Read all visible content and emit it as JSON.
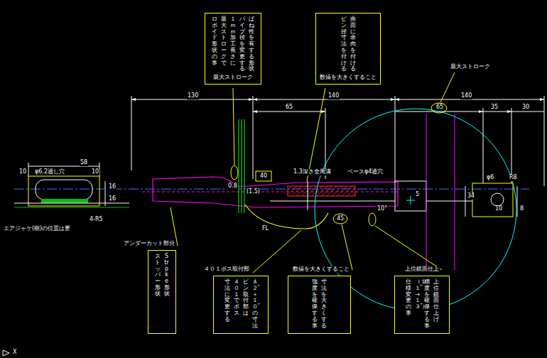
{
  "diagram": {
    "nodes": [
      {
        "text": [
          "ばね性を有する形状",
          "パイプ径を変更する",
          "１ｍｍ加工長さに",
          "最大ストロークで",
          "ロボイド形状の事",
          "最大ストローク"
        ]
      },
      {
        "text": [
          "曲面に余肉を付ける",
          "ピン径寸法を付ける",
          "数値を大きくすること"
        ]
      },
      {
        "text": [
          "アンダーカット部分",
          "Stroke形状",
          "ストッパー形状"
        ]
      },
      {
        "text": [
          "４０１ボス取付部",
          "Ａ２″＋１０″の寸法",
          "ピン取付部は",
          "４０１でボス",
          "寸法に変更する"
        ]
      },
      {
        "text": [
          "数値を大きくすること",
          "寸法を大きくする",
          "強度を確保する事"
        ]
      },
      {
        "text": [
          "上位鏡面仕上",
          "上位鏡面仕上げ",
          "精度を確保する事",
          "（１１″→１３″）",
          "仕様変更の事"
        ]
      }
    ],
    "labels": [
      "130",
      "140",
      "140",
      "65",
      "65",
      "35",
      "30",
      "最大ストローク",
      "58",
      "10",
      "φ6.2通し穴",
      "10",
      "16",
      "16",
      "4-R5",
      "エアジャケ(樹)の位置は要",
      "40",
      "1.3深さ全周溝",
      "ベースφ4通穴",
      "0.8",
      "(1.5)",
      "FL",
      "45",
      "10°",
      "φ6",
      "R8",
      "34",
      "10",
      "8",
      "5",
      "X"
    ]
  }
}
